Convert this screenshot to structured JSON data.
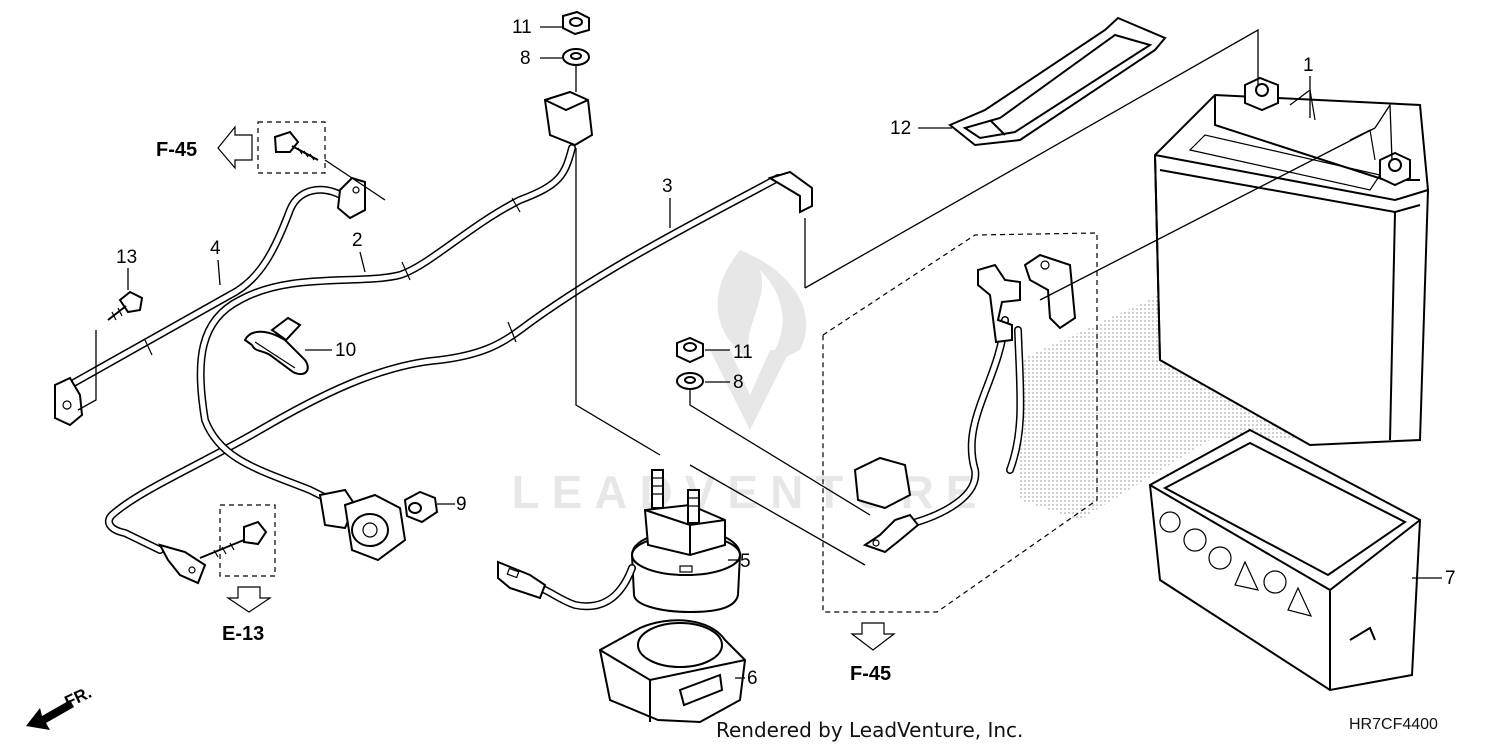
{
  "callouts": {
    "c1": "1",
    "c2": "2",
    "c3": "3",
    "c4": "4",
    "c5": "5",
    "c6": "6",
    "c7": "7",
    "c8a": "8",
    "c8b": "8",
    "c9": "9",
    "c10": "10",
    "c11a": "11",
    "c11b": "11",
    "c12": "12",
    "c13": "13"
  },
  "references": {
    "f45_top": "F-45",
    "f45_bottom": "F-45",
    "e13": "E-13",
    "front": "FR."
  },
  "watermark": "LEADVENTURE",
  "footer": {
    "rendered_by": "Rendered by LeadVenture, Inc.",
    "diagram_code": "HR7CF4400"
  }
}
